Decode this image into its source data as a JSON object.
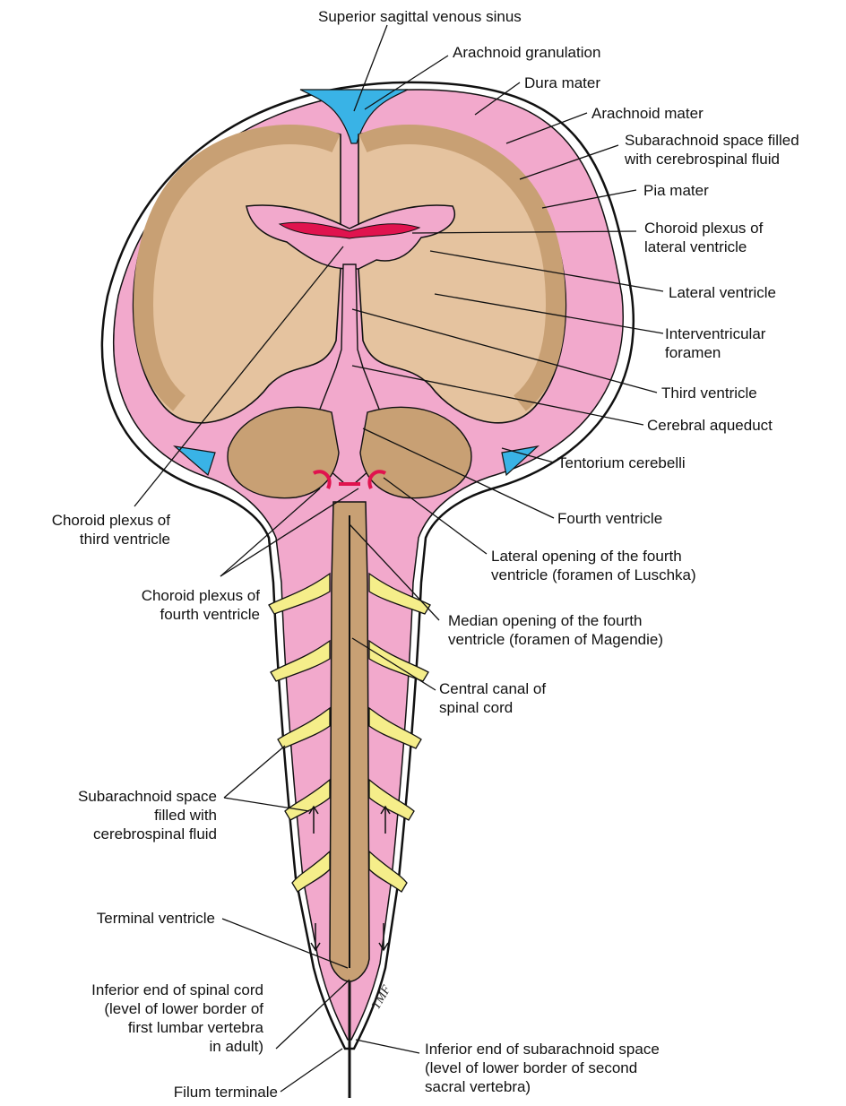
{
  "labels": {
    "superior_sagittal_venous_sinus": [
      "Superior sagittal venous sinus"
    ],
    "arachnoid_granulation": [
      "Arachnoid granulation"
    ],
    "dura_mater": [
      "Dura mater"
    ],
    "arachnoid_mater": [
      "Arachnoid mater"
    ],
    "subarachnoid_space_brain": [
      "Subarachnoid space filled",
      "with cerebrospinal fluid"
    ],
    "pia_mater": [
      "Pia mater"
    ],
    "choroid_plexus_lateral": [
      "Choroid plexus of",
      "lateral ventricle"
    ],
    "lateral_ventricle": [
      "Lateral ventricle"
    ],
    "interventricular_foramen": [
      "Interventricular",
      "foramen"
    ],
    "third_ventricle": [
      "Third ventricle"
    ],
    "cerebral_aqueduct": [
      "Cerebral aqueduct"
    ],
    "tentorium_cerebelli": [
      "Tentorium cerebelli"
    ],
    "choroid_plexus_third": [
      "Choroid plexus of",
      "third ventricle"
    ],
    "fourth_ventricle": [
      "Fourth ventricle"
    ],
    "lateral_opening_fourth": [
      "Lateral opening of the fourth",
      "ventricle (foramen of Luschka)"
    ],
    "choroid_plexus_fourth": [
      "Choroid plexus of",
      "fourth ventricle"
    ],
    "median_opening_fourth": [
      "Median opening of the fourth",
      "ventricle (foramen of Magendie)"
    ],
    "central_canal": [
      "Central canal of",
      "spinal cord"
    ],
    "subarachnoid_space_spinal": [
      "Subarachnoid space",
      "filled with",
      "cerebrospinal fluid"
    ],
    "terminal_ventricle": [
      "Terminal ventricle"
    ],
    "inferior_end_spinal_cord": [
      "Inferior end of spinal cord",
      "(level of lower border of",
      "first lumbar vertebra",
      "in adult)"
    ],
    "inferior_end_subarachnoid": [
      "Inferior end of subarachnoid space",
      "(level of lower border of second",
      "sacral vertebra)"
    ],
    "filum_terminale": [
      "Filum terminale"
    ]
  },
  "signature": "TMF",
  "colors": {
    "csf_pink": "#f2a9cc",
    "brain_tan": "#e5c39f",
    "gray_matter": "#c8a074",
    "venous_blue": "#39b3e6",
    "choroid_red": "#e0134e",
    "nerve_yellow": "#f5ee8a",
    "outline": "#111111"
  }
}
